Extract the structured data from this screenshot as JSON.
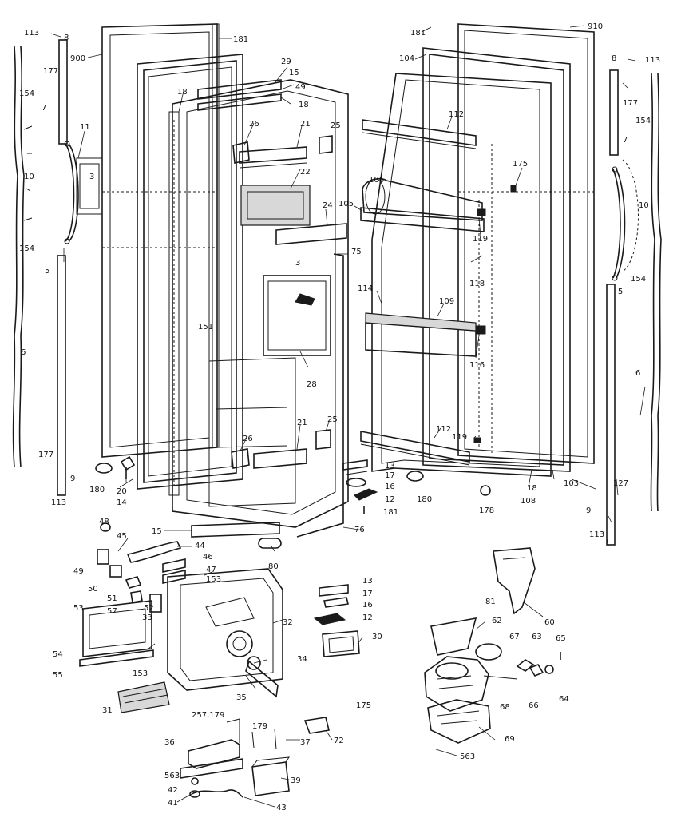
{
  "callouts": [
    "113",
    "8",
    "177",
    "900",
    "181",
    "29",
    "15",
    "49",
    "18",
    "154",
    "7",
    "11",
    "3",
    "10",
    "154",
    "5",
    "6",
    "18",
    "26",
    "21",
    "25",
    "22",
    "24",
    "3",
    "75",
    "151",
    "28",
    "21",
    "25",
    "26",
    "20",
    "14",
    "180",
    "177",
    "9",
    "113",
    "181",
    "104",
    "910",
    "112",
    "106",
    "105",
    "175",
    "119",
    "118",
    "114",
    "109",
    "116",
    "112",
    "119",
    "13",
    "17",
    "16",
    "12",
    "181",
    "180",
    "178",
    "18",
    "108",
    "103",
    "8",
    "113",
    "177",
    "154",
    "7",
    "10",
    "154",
    "5",
    "6",
    "127",
    "9",
    "113",
    "15",
    "76",
    "80",
    "48",
    "45",
    "44",
    "49",
    "46",
    "47",
    "153",
    "50",
    "51",
    "57",
    "52",
    "53",
    "33",
    "32",
    "54",
    "55",
    "153",
    "31",
    "35",
    "34",
    "13",
    "17",
    "16",
    "12",
    "30",
    "60",
    "81",
    "62",
    "67",
    "63",
    "65",
    "68",
    "66",
    "64",
    "69",
    "175",
    "72",
    "563",
    "257,179",
    "36",
    "179",
    "37",
    "563",
    "39",
    "42",
    "41",
    "43"
  ]
}
